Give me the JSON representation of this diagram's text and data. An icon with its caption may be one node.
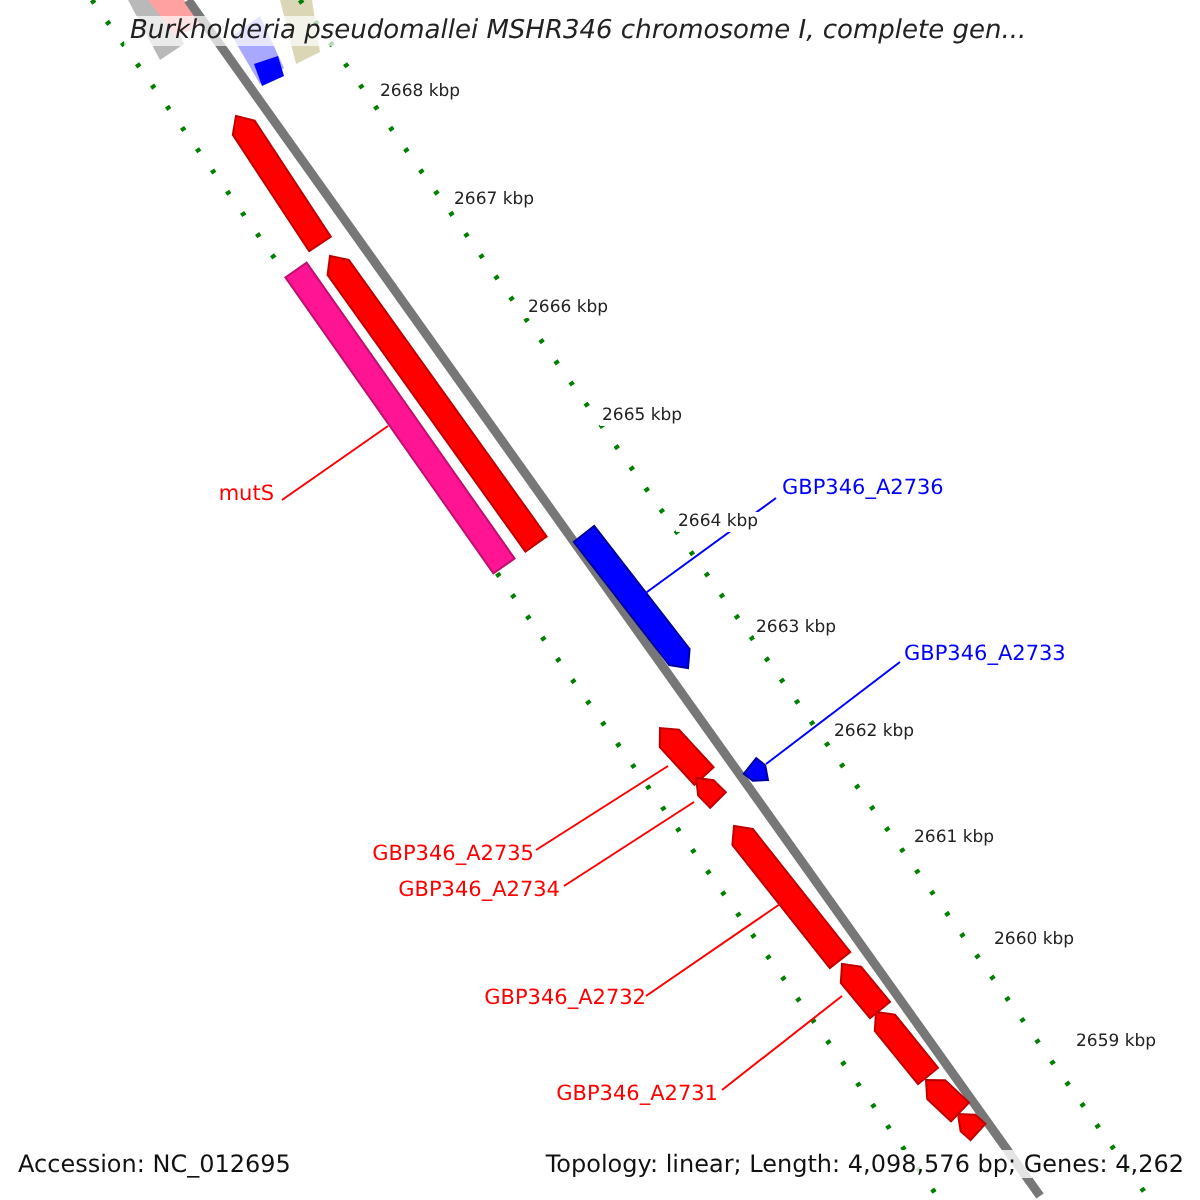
{
  "diagram": {
    "title": "Burkholderia pseudomallei MSHR346 chromosome I, complete gen...",
    "nodes": [
      {
        "text": [
          "mutS"
        ]
      },
      {
        "text": [
          "GBP346_A2736"
        ]
      },
      {
        "text": [
          "GBP346_A2733"
        ]
      },
      {
        "text": [
          "GBP346_A2735"
        ]
      },
      {
        "text": [
          "GBP346_A2734"
        ]
      },
      {
        "text": [
          "GBP346_A2732"
        ]
      },
      {
        "text": [
          "GBP346_A2731"
        ]
      },
      {
        "text": [],
        "shape": "bar"
      },
      {
        "text": [],
        "shape": "bar"
      },
      {
        "text": [],
        "shape": "bar"
      },
      {
        "text": [],
        "shape": "bar"
      },
      {
        "text": [],
        "shape": "bar"
      },
      {
        "text": [],
        "shape": "bar"
      },
      {
        "text": [],
        "shape": "bar"
      },
      {
        "text": [],
        "shape": "bar"
      },
      {
        "text": [],
        "shape": "bar"
      },
      {
        "text": [],
        "shape": "bar"
      },
      {
        "text": [],
        "shape": "bar"
      },
      {
        "text": [],
        "shape": "bar"
      }
    ],
    "edges": [
      {
        "from": 0,
        "to": 9,
        "arrow": "none"
      },
      {
        "from": 1,
        "to": 10,
        "arrow": "none",
        "color": "#0000ff"
      },
      {
        "from": 2,
        "to": 13,
        "arrow": "none",
        "color": "#0000ff"
      },
      {
        "from": 3,
        "to": 11,
        "arrow": "none"
      },
      {
        "from": 4,
        "to": 12,
        "arrow": "none"
      },
      {
        "from": 5,
        "to": 14,
        "arrow": "none"
      },
      {
        "from": 6,
        "to": 15,
        "arrow": "none"
      }
    ],
    "labels": [
      "2668 kbp",
      "2667 kbp",
      "2666 kbp",
      "2665 kbp",
      "2664 kbp",
      "2663 kbp",
      "2662 kbp",
      "2661 kbp",
      "2660 kbp",
      "2659 kbp",
      "Accession: NC_012695",
      "Topology: linear; Length: 4,098,576 bp; Genes: 4,262"
    ]
  }
}
